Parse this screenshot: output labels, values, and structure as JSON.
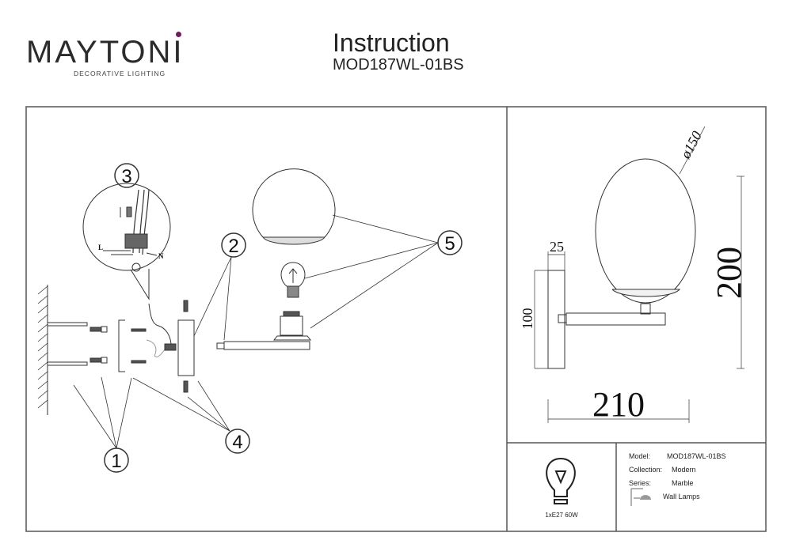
{
  "brand": {
    "name": "MAYTONI",
    "tagline": "DECORATIVE LIGHTING",
    "accent": "#6b1f5c"
  },
  "header": {
    "title": "Instruction",
    "model": "MOD187WL-01BS"
  },
  "steps": [
    "1",
    "2",
    "3",
    "4",
    "5"
  ],
  "wiring": {
    "live": "L",
    "neutral": "N"
  },
  "dimensions": {
    "diameter": "ø150",
    "depth": "25",
    "height": "200",
    "plate_height": "100",
    "width": "210"
  },
  "bulb": {
    "spec": "1xE27 60W"
  },
  "specs": {
    "model_label": "Model:",
    "model": "MOD187WL-01BS",
    "collection_label": "Collection:",
    "collection": "Modern",
    "series_label": "Series:",
    "series": "Marble",
    "type": "Wall Lamps"
  }
}
